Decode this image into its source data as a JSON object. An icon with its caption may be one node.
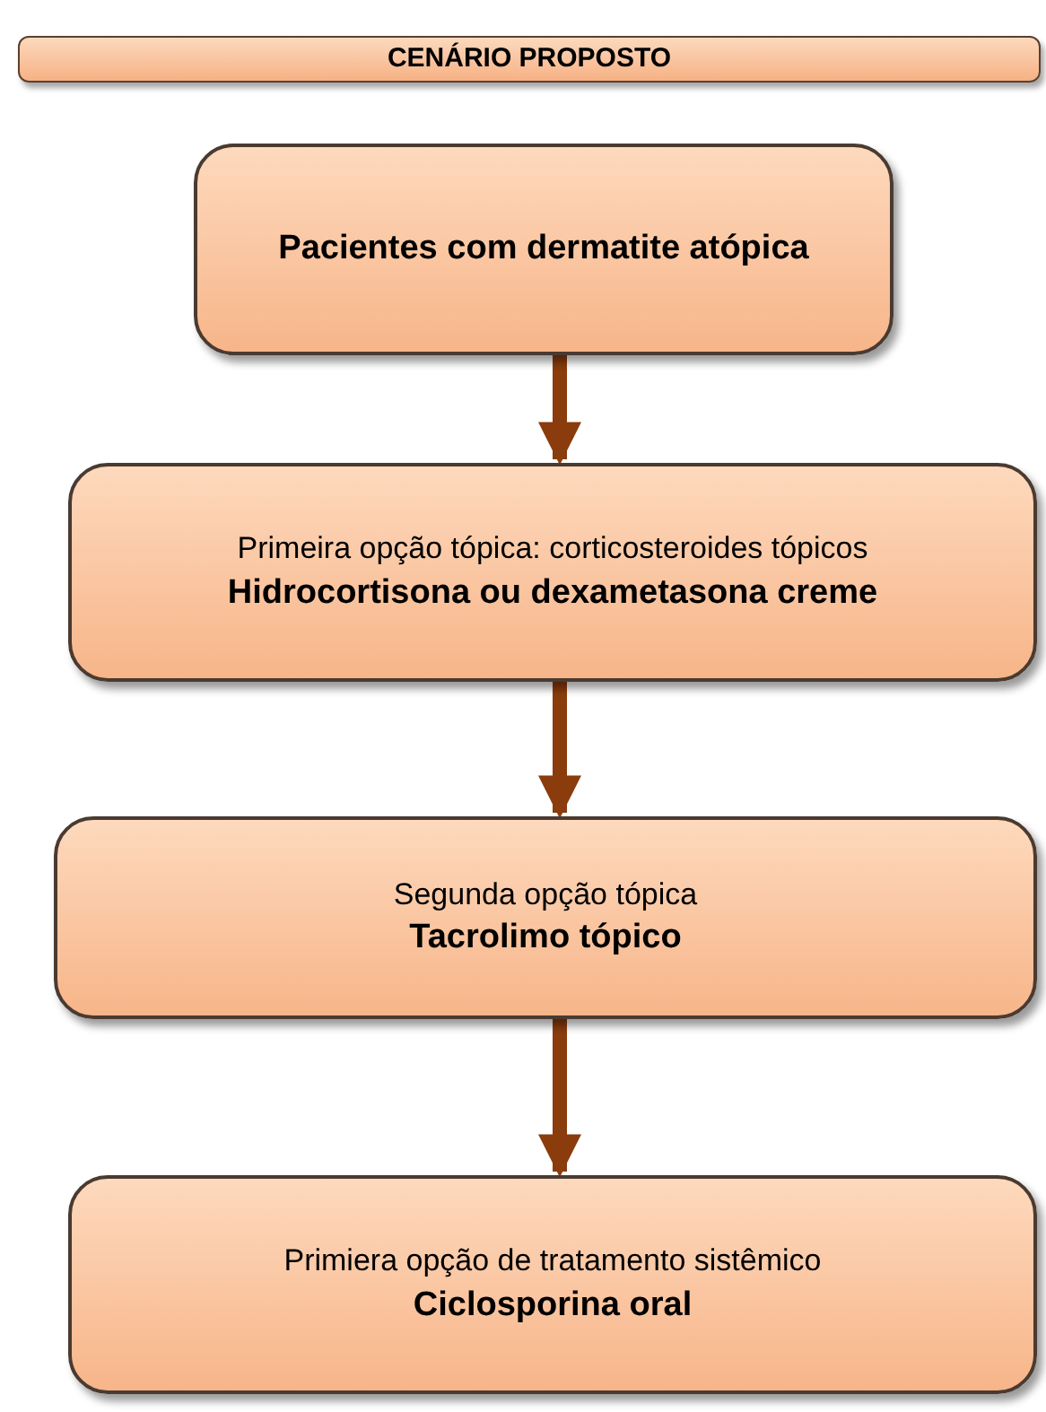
{
  "diagram": {
    "title": "CENÁRIO PROPOSTO",
    "nodes": [
      {
        "text": [
          "Pacientes com dermatite atópica"
        ]
      },
      {
        "text": [
          "Primeira opção tópica: corticosteroides tópicos",
          "Hidrocortisona ou dexametasona creme"
        ]
      },
      {
        "text": [
          "Segunda opção tópica",
          "Tacrolimo tópico"
        ]
      },
      {
        "text": [
          "Primiera opção de tratamento sistêmico",
          "Ciclosporina oral"
        ]
      }
    ],
    "edges": [
      {
        "from": 0,
        "to": 1,
        "arrow": "to"
      },
      {
        "from": 1,
        "to": 2,
        "arrow": "to"
      },
      {
        "from": 2,
        "to": 3,
        "arrow": "to"
      }
    ]
  }
}
